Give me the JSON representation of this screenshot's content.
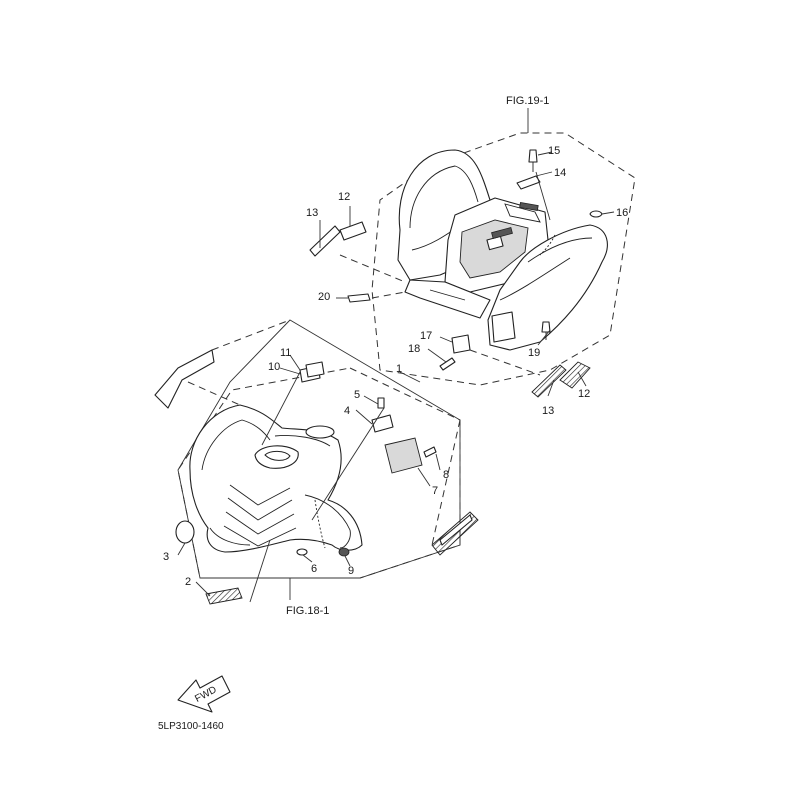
{
  "figure_refs": {
    "fig19": "FIG.19-1",
    "fig18": "FIG.18-1"
  },
  "catalog_code": "5LP3100-1460",
  "fwd_arrow": {
    "text": "FWD"
  },
  "callouts": {
    "c1": "1",
    "c2": "2",
    "c3": "3",
    "c4": "4",
    "c5": "5",
    "c6": "6",
    "c7": "7",
    "c8": "8",
    "c9": "9",
    "c10": "10",
    "c11": "11",
    "c12a": "12",
    "c12b": "12",
    "c13a": "13",
    "c13b": "13",
    "c14": "14",
    "c15": "15",
    "c16": "16",
    "c17": "17",
    "c18": "18",
    "c19": "19",
    "c20": "20"
  },
  "icons": [
    "fwd-arrow-icon"
  ]
}
